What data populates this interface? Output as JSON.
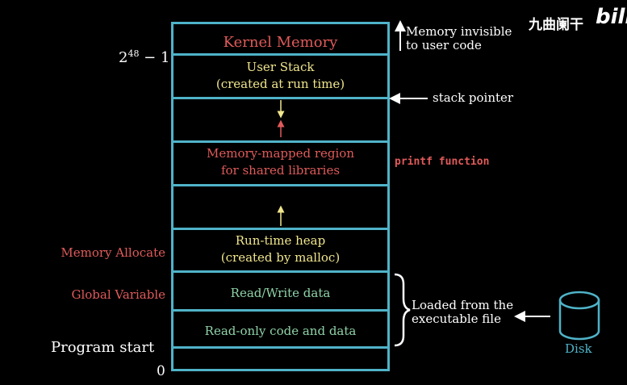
{
  "watermark": {
    "text": "九曲阑干",
    "logo": "bili"
  },
  "left_labels": {
    "top_address_base": "2",
    "top_address_exp": "48",
    "top_address_suffix": " − 1",
    "memory_allocate": "Memory Allocate",
    "global_variable": "Global Variable",
    "program_start": "Program start",
    "bottom_address": "0"
  },
  "segments": {
    "kernel": "Kernel Memory",
    "user_stack_line1": "User Stack",
    "user_stack_line2": "(created at run time)",
    "mmap_line1": "Memory-mapped region",
    "mmap_line2": "for shared libraries",
    "heap_line1": "Run-time heap",
    "heap_line2": "(created by malloc)",
    "rw_data": "Read/Write data",
    "ro_data": "Read-only code and data"
  },
  "right_labels": {
    "kernel_note_line1": "Memory invisible",
    "kernel_note_line2": "to user code",
    "stack_pointer": "stack pointer",
    "printf": "printf function",
    "loaded_line1": "Loaded from the",
    "loaded_line2": "executable file",
    "disk": "Disk"
  },
  "colors": {
    "border": "#4fb3c8",
    "red": "#e05a5a",
    "yellow": "#f0e68c",
    "green": "#8fd3a8"
  }
}
